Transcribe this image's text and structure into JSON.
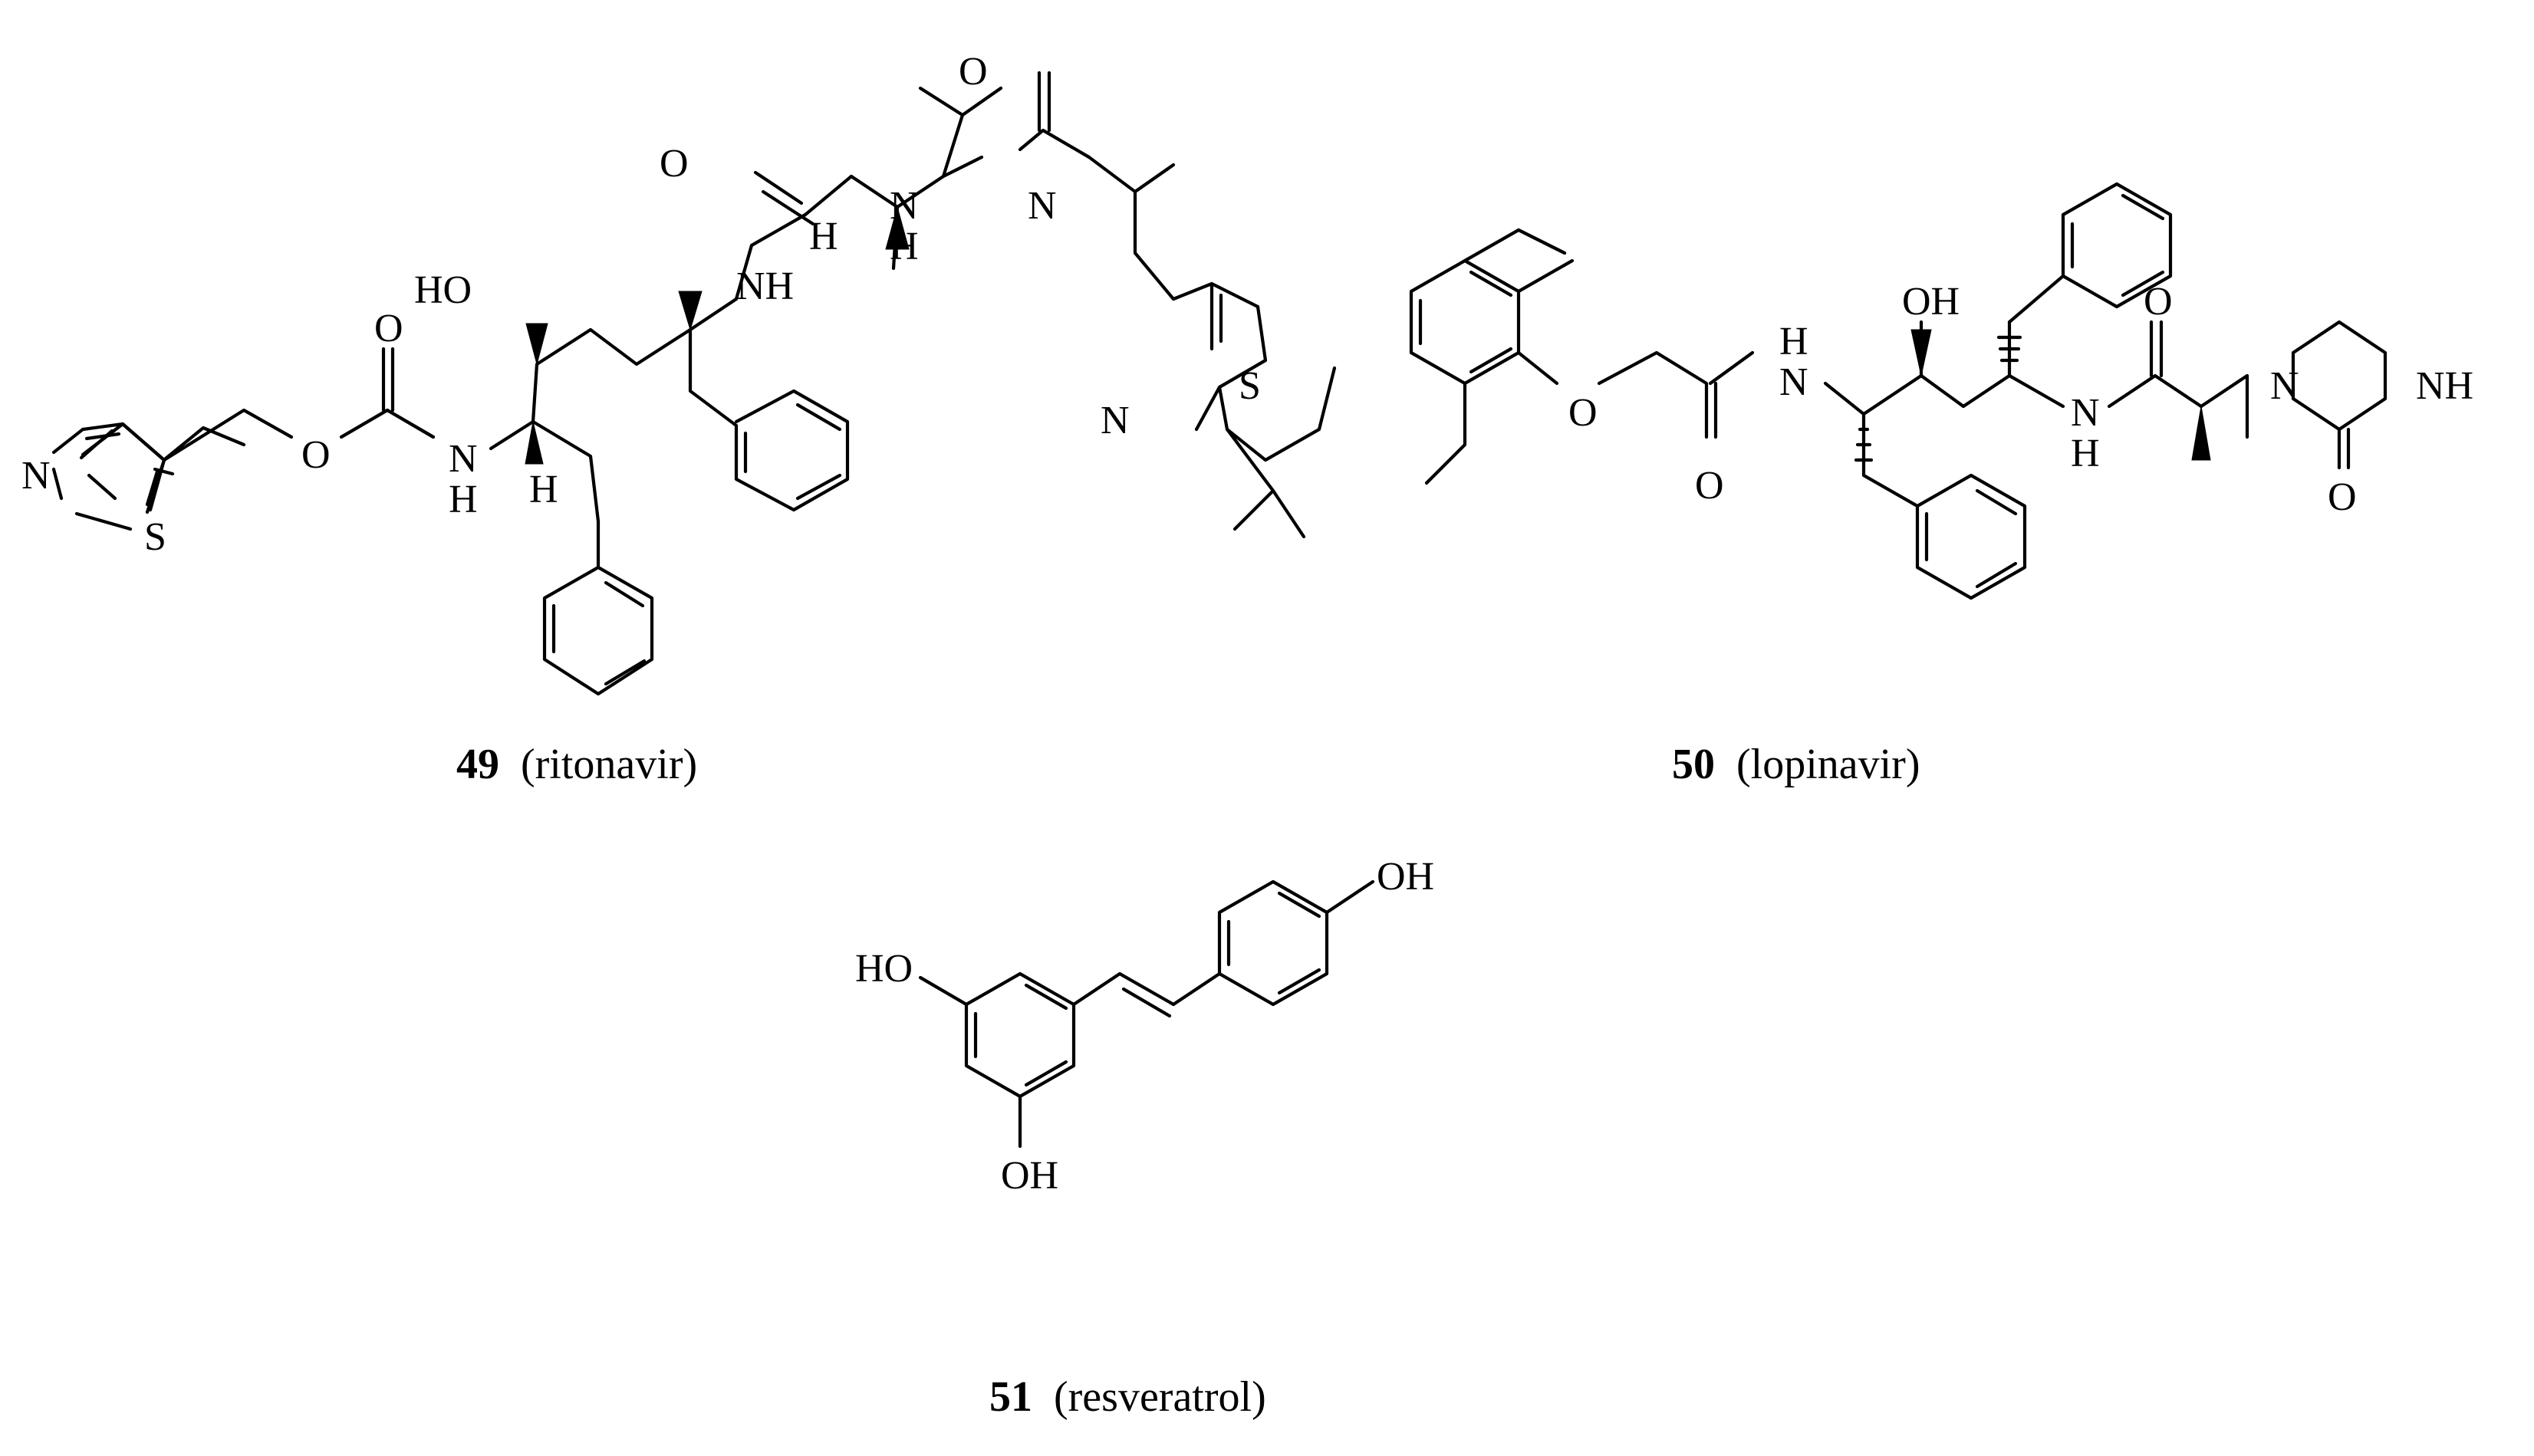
{
  "compounds": [
    {
      "number": "49",
      "name": "(ritonavir)",
      "atoms": {
        "thiazole_n": "N",
        "thiazole_s": "S",
        "carbamate_o": "O",
        "carbamate_carbonyl_o": "O",
        "carbamate_n": "N",
        "carbamate_nh_h": "H",
        "stereo_h_1": "H",
        "hydroxyl": "HO",
        "amide_nh": "NH",
        "amide_o": "O",
        "stereo_h_2": "H",
        "urea_nh": "N",
        "urea_nh_h": "H",
        "urea_o": "O",
        "urea_n": "N",
        "thiazole2_n": "N",
        "thiazole2_s": "S"
      }
    },
    {
      "number": "50",
      "name": "(lopinavir)",
      "atoms": {
        "ether_o": "O",
        "amide1_o": "O",
        "amide1_n": "N",
        "amide1_h": "H",
        "hydroxyl": "OH",
        "amide2_n": "N",
        "amide2_h": "H",
        "amide2_o": "O",
        "ring_n1": "N",
        "ring_nh": "NH",
        "ring_o": "O"
      }
    },
    {
      "number": "51",
      "name": "(resveratrol)",
      "atoms": {
        "oh_para": "OH",
        "oh_meta_top": "HO",
        "oh_meta_bottom": "OH"
      }
    }
  ]
}
